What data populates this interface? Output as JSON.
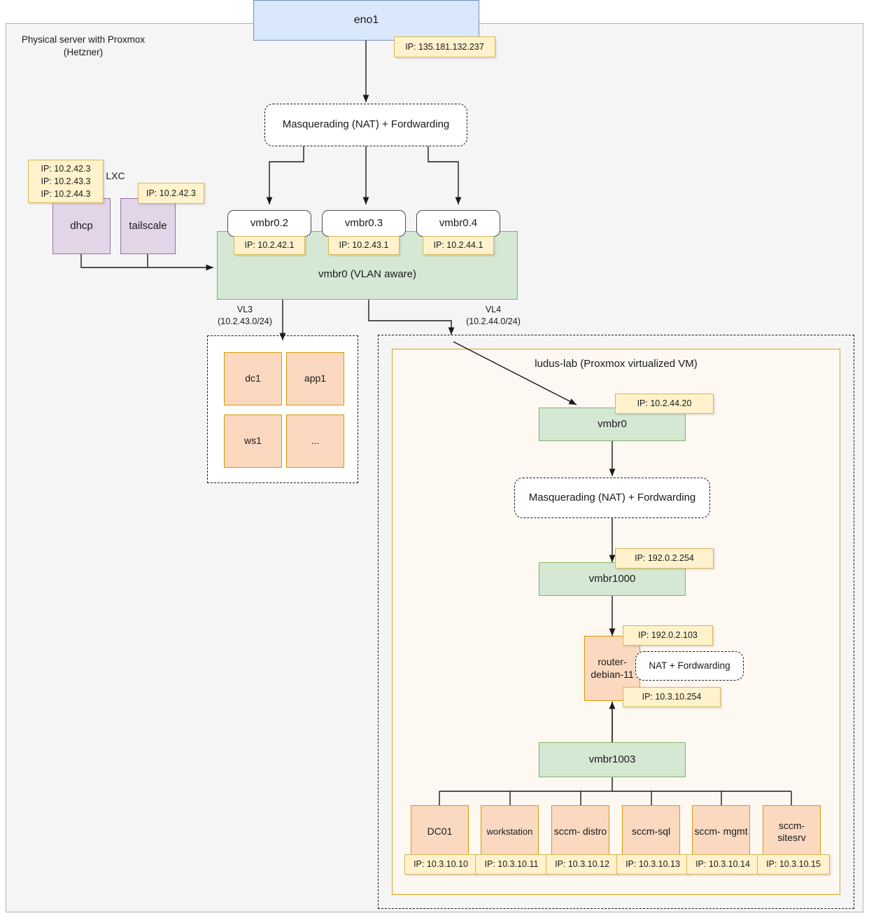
{
  "host": {
    "label": "Physical server with Proxmox\n(Hetzner)"
  },
  "nic": {
    "name": "eno1",
    "ip": "IP: 135.181.132.237"
  },
  "host_nat": {
    "label": "Masquerading (NAT) + Fordwarding"
  },
  "lxc": {
    "group_label": "LXC",
    "items": [
      {
        "name": "dhcp",
        "ip": "IP: 10.2.42.3\nIP: 10.2.43.3\nIP: 10.2.44.3"
      },
      {
        "name": "tailscale",
        "ip": "IP: 10.2.42.3"
      }
    ]
  },
  "vlan_interfaces": [
    {
      "name": "vmbr0.2",
      "ip": "IP: 10.2.42.1"
    },
    {
      "name": "vmbr0.3",
      "ip": "IP: 10.2.43.1"
    },
    {
      "name": "vmbr0.4",
      "ip": "IP: 10.2.44.1"
    }
  ],
  "host_bridge": {
    "name": "vmbr0 (VLAN aware)"
  },
  "vlan_links": [
    {
      "label": "VL3\n(10.2.43.0/24)"
    },
    {
      "label": "VL4\n(10.2.44.0/24)"
    }
  ],
  "vl3_group": {
    "vms": [
      "dc1",
      "app1",
      "ws1",
      "..."
    ]
  },
  "lab": {
    "title": "ludus-lab (Proxmox virtualized VM)",
    "bridge_wan": {
      "name": "vmbr0",
      "ip": "IP: 10.2.44.20"
    },
    "nat": {
      "label": "Masquerading (NAT) + Fordwarding"
    },
    "bridge_1000": {
      "name": "vmbr1000",
      "ip": "IP: 192.0.2.254"
    },
    "router": {
      "name": "router-\ndebian-11",
      "ip_wan": "IP: 192.0.2.103",
      "ip_lan": "IP: 10.3.10.254",
      "nat_label": "NAT + Fordwarding"
    },
    "bridge_1003": {
      "name": "vmbr1003"
    },
    "guests": [
      {
        "name": "DC01",
        "ip": "IP: 10.3.10.10"
      },
      {
        "name": "workstation",
        "ip": "IP: 10.3.10.11"
      },
      {
        "name": "sccm-\ndistro",
        "ip": "IP: 10.3.10.12"
      },
      {
        "name": "sccm-sql",
        "ip": "IP: 10.3.10.13"
      },
      {
        "name": "sccm-\nmgmt",
        "ip": "IP: 10.3.10.14"
      },
      {
        "name": "sccm-\nsitesrv",
        "ip": "IP: 10.3.10.15"
      }
    ]
  },
  "colors": {
    "nic_fill": "#dae8fc",
    "nic_stroke": "#6c8ebf",
    "bridge_fill": "#d5e8d4",
    "bridge_stroke": "#82b366",
    "ip_fill": "#fff2cc",
    "ip_stroke": "#d6b656",
    "lxc_fill": "#e1d5e7",
    "lxc_stroke": "#9673a6",
    "vm_fill": "#fad9c0",
    "vm_stroke": "#d79b00",
    "host_fill": "#f5f5f5",
    "lab_fill": "#fdf8f2"
  }
}
